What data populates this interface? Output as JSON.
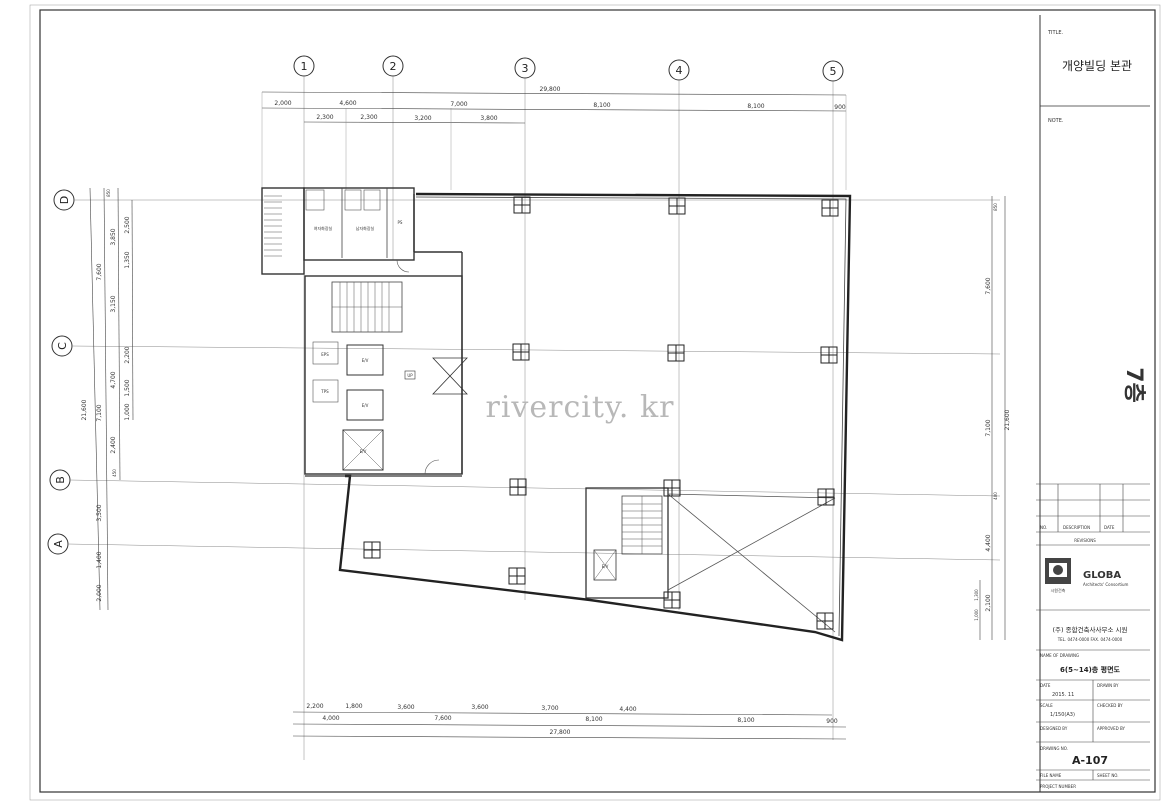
{
  "title_block": {
    "title_label": "TITLE.",
    "project_title": "개양빌딩 본관",
    "note_label": "NOTE.",
    "floor_label": "7층",
    "revision_headers": [
      "NO.",
      "DESCRIPTION",
      "DATE"
    ],
    "revision_caption": "REVISIONS",
    "firm_logo_text": "시원건축",
    "firm_name": "GLOBA",
    "firm_subtitle": "Architects' Consortium",
    "firm_full_name": "(주) 종합건축사사무소 시원",
    "firm_contact": "TEL. 0474-0000  FAX. 0474-0000",
    "drawing_name_label": "NAME OF DRAWING",
    "drawing_name_value": "6(5~14)층 평면도",
    "date_label": "DATE",
    "date_value": "2015. 11",
    "drawn_by_label": "DRAWN BY",
    "scale_label": "SCALE",
    "scale_value": "1/150(A3)",
    "checked_by_label": "CHECKED BY",
    "designed_by_label": "DESIGNED BY",
    "approved_by_label": "APPROVED BY",
    "drawing_no_label": "DRAWING NO.",
    "drawing_no_value": "A-107",
    "file_label": "FILE NAME",
    "sheet_no_label": "SHEET NO.",
    "project_no_label": "PROJECT NUMBER"
  },
  "watermark": "rivercity. kr",
  "grid_columns": [
    "1",
    "2",
    "3",
    "4",
    "5"
  ],
  "grid_rows": [
    "D",
    "C",
    "B",
    "A"
  ],
  "dims": {
    "top_overall": "29,800",
    "top_row1": [
      "2,000",
      "4,600",
      "7,000",
      "8,100",
      "8,100",
      "900"
    ],
    "top_row2": [
      "2,300",
      "2,300",
      "3,200",
      "3,800"
    ],
    "bottom_row1": [
      "2,200",
      "1,800",
      "3,600",
      "3,600",
      "3,700",
      "4,400"
    ],
    "bottom_row2": [
      "4,000",
      "7,600",
      "8,100",
      "8,100",
      "900"
    ],
    "bottom_overall": "27,800",
    "left_overall": "21,600",
    "left_col1": [
      "7,600",
      "7,100",
      "3,500",
      "1,400",
      "2,000"
    ],
    "left_col2": [
      "3,850",
      "3,150",
      "4,700",
      "2,400"
    ],
    "left_col3": [
      "2,500",
      "1,350",
      "2,200",
      "1,500",
      "1,000"
    ],
    "left_small": [
      "850",
      "450"
    ],
    "right_overall": "21,600",
    "right_col1": [
      "7,600",
      "7,100",
      "4,400",
      "2,100"
    ],
    "right_col2": [
      "850",
      "400",
      "1,300",
      "1,000"
    ]
  },
  "room_labels": {
    "restroom_m": "여자화장실",
    "restroom_f": "남자화장실",
    "ps": "PS",
    "ev1": "E/V",
    "ev2": "E/V",
    "ev3": "E/V",
    "ev_small": "E/V",
    "eps": "EPS",
    "tps": "TPS",
    "stair_mark": "UP"
  }
}
